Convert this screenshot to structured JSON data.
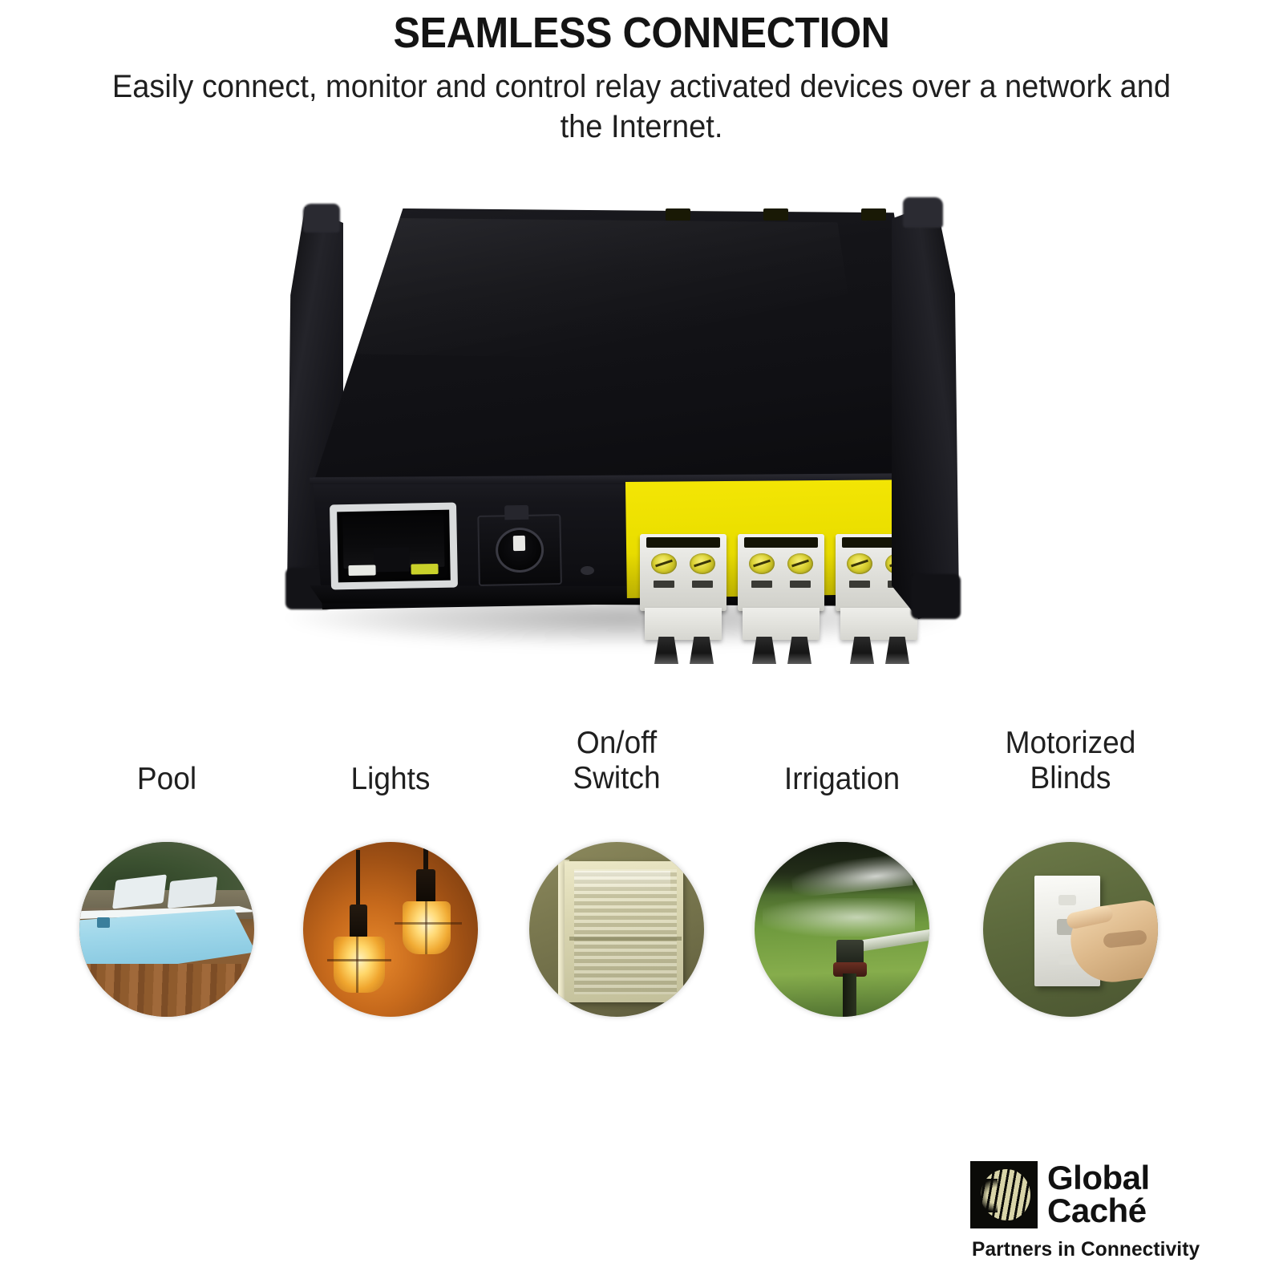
{
  "header": {
    "title": "SEAMLESS CONNECTION",
    "subtitle": "Easily connect, monitor and control relay activated devices over a network and the Internet."
  },
  "device": {
    "name": "relay-controller-device",
    "body_color": "#121216",
    "terminal_block_color": "#ECE000",
    "ports": [
      {
        "name": "ethernet-port",
        "label": "Ethernet RJ45"
      },
      {
        "name": "power-jack",
        "label": "DC power jack"
      },
      {
        "name": "reset-pinhole",
        "label": "Reset pinhole"
      }
    ],
    "connectors": [
      {
        "name": "terminal-plug-1",
        "label": "Relay 1 terminal plug"
      },
      {
        "name": "terminal-plug-2",
        "label": "Relay 2 terminal plug"
      },
      {
        "name": "terminal-plug-3",
        "label": "Relay 3 terminal plug"
      }
    ]
  },
  "categories": [
    {
      "label": "Pool",
      "icon": "pool-thumbnail"
    },
    {
      "label": "Lights",
      "icon": "lights-thumbnail"
    },
    {
      "label": "On/off\nSwitch",
      "icon": "switch-thumbnail"
    },
    {
      "label": "Irrigation",
      "icon": "irrigation-thumbnail"
    },
    {
      "label": "Motorized\nBlinds",
      "icon": "blinds-thumbnail"
    }
  ],
  "logo": {
    "name_line1": "Global",
    "name_line2": "Caché",
    "tagline": "Partners in Connectivity",
    "mark_color": "#0B0B08",
    "mark_accent": "#D8D4A8"
  }
}
